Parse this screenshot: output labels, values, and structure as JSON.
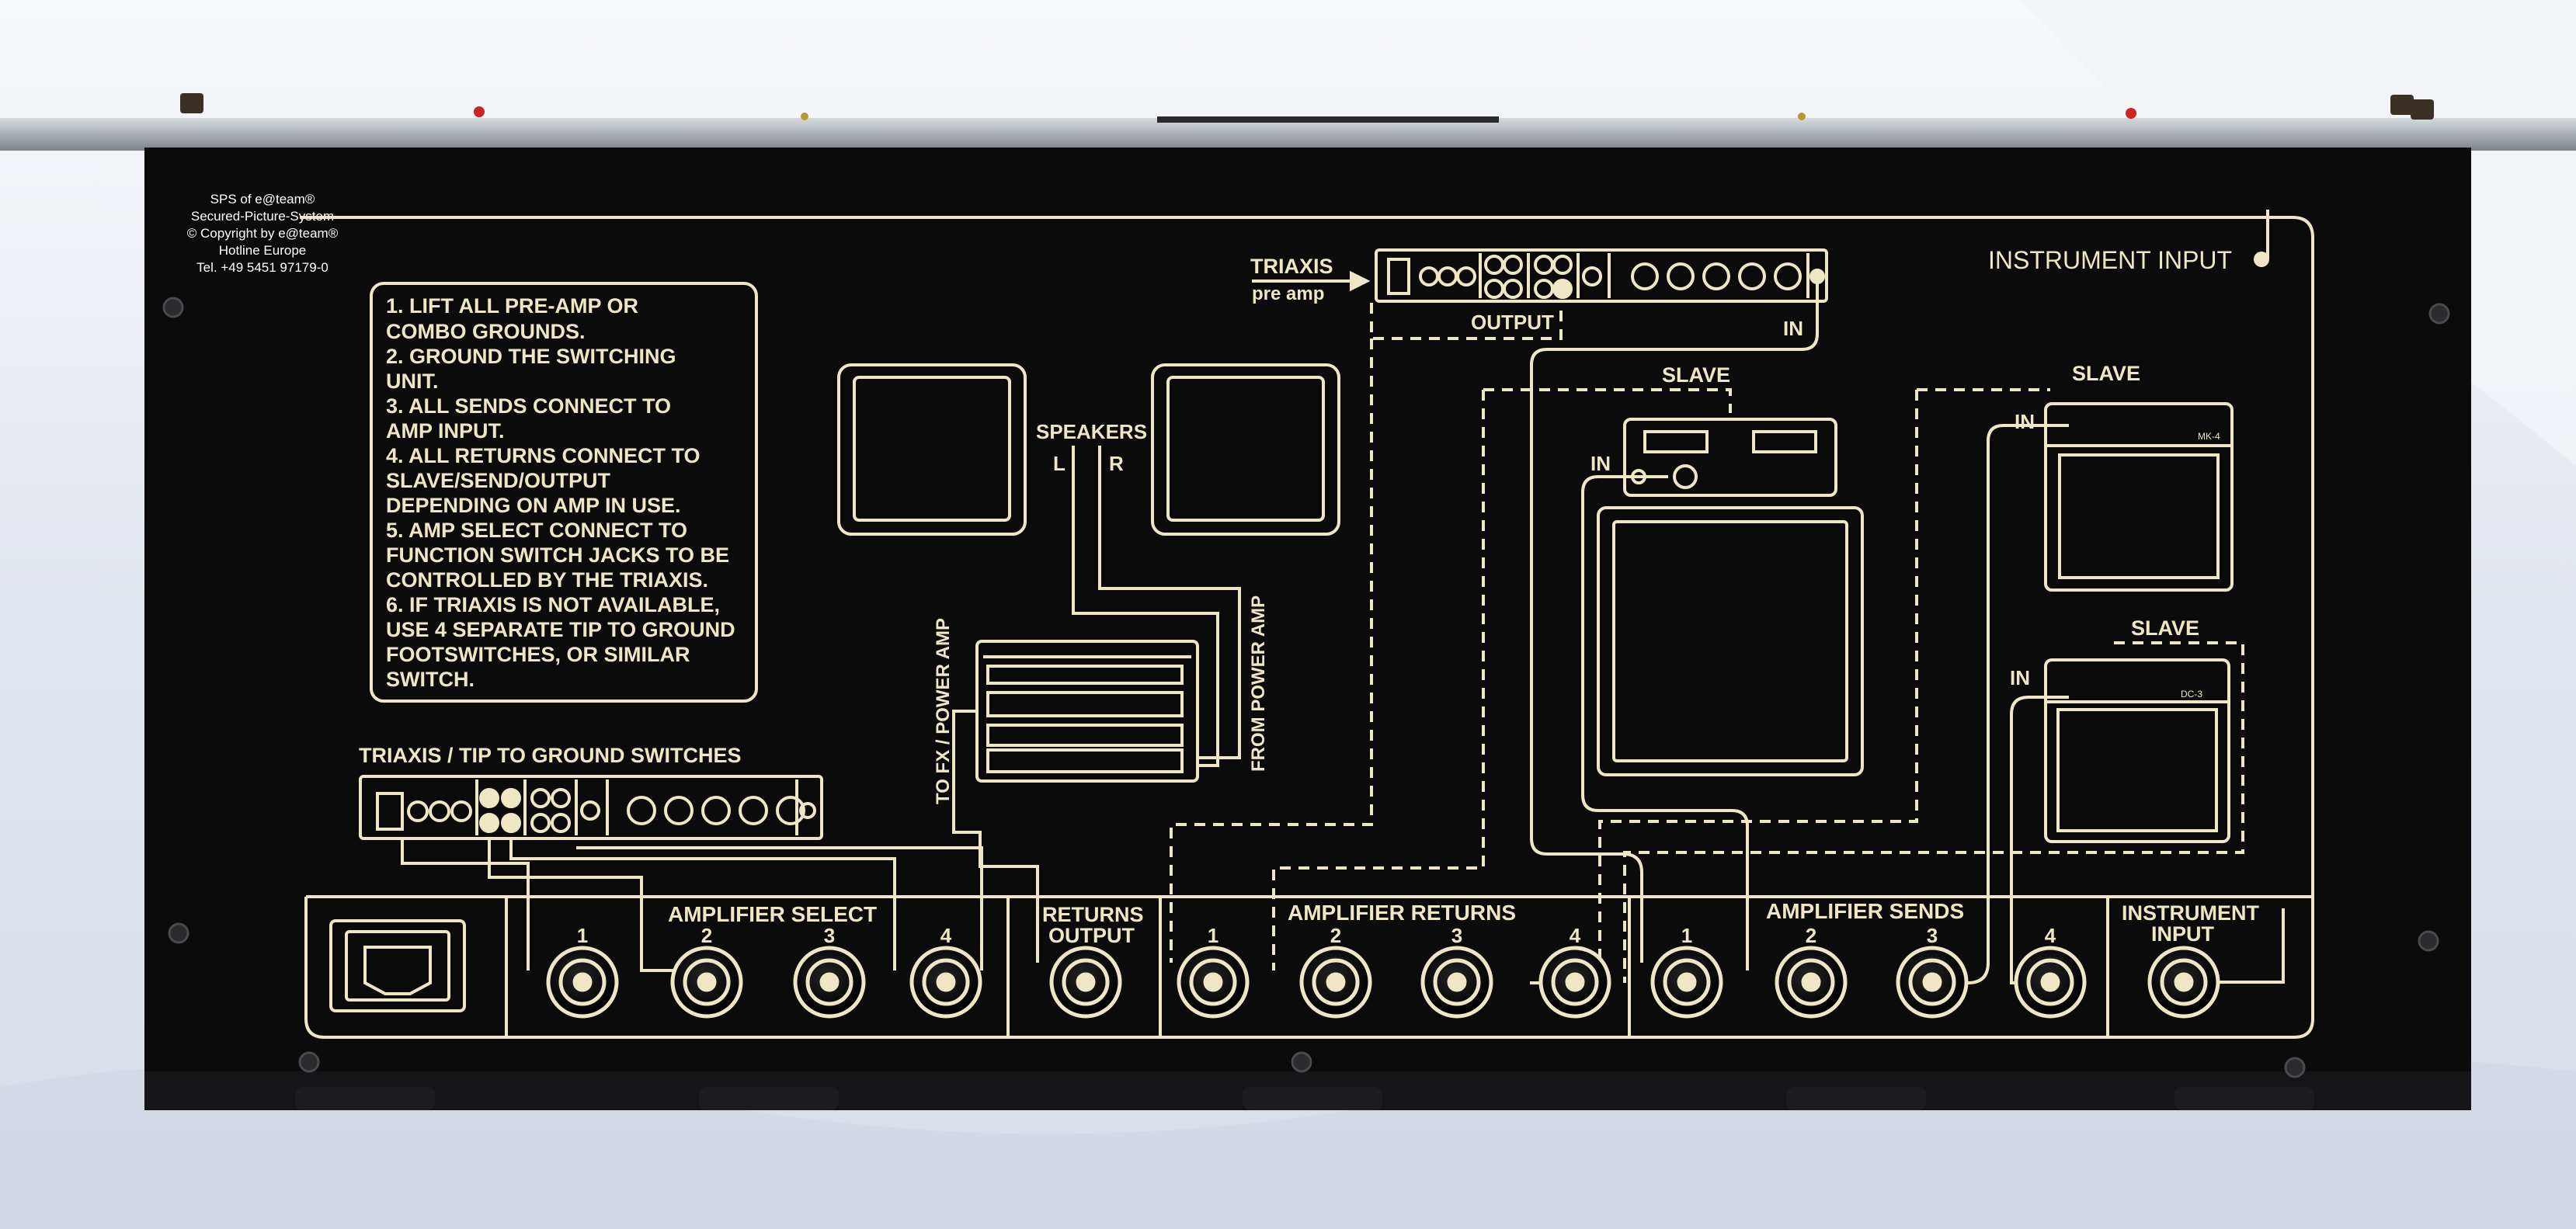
{
  "watermark": {
    "line1": "SPS of e@team®",
    "line2": "Secured-Picture-System",
    "line3": "© Copyright by e@team®",
    "line4": "Hotline Europe",
    "line5": "Tel. +49 5451 97179-0"
  },
  "instructions": [
    "1. LIFT ALL PRE-AMP OR",
    "COMBO GROUNDS.",
    "2. GROUND THE SWITCHING",
    "UNIT.",
    "3. ALL SENDS CONNECT TO",
    "AMP INPUT.",
    "4. ALL RETURNS CONNECT TO",
    "SLAVE/SEND/OUTPUT",
    "DEPENDING ON AMP IN USE.",
    "5. AMP SELECT CONNECT TO",
    "FUNCTION SWITCH JACKS TO BE",
    "CONTROLLED BY THE TRIAXIS.",
    "6. IF TRIAXIS IS NOT AVAILABLE,",
    "USE 4 SEPARATE TIP TO GROUND",
    "FOOTSWITCHES, OR SIMILAR",
    "SWITCH."
  ],
  "labels": {
    "triaxis": "TRIAXIS",
    "preamp": "pre amp",
    "output": "OUTPUT",
    "in": "IN",
    "instrument_input_top": "INSTRUMENT INPUT",
    "speakers": "SPEAKERS",
    "left": "L",
    "right": "R",
    "to_fx": "TO FX / POWER AMP",
    "from_power": "FROM POWER AMP",
    "slave": "SLAVE",
    "switches": "TRIAXIS / TIP TO GROUND SWITCHES",
    "amp_select": "AMPLIFIER SELECT",
    "returns_output_1": "RETURNS",
    "returns_output_2": "OUTPUT",
    "amp_returns": "AMPLIFIER RETURNS",
    "amp_sends": "AMPLIFIER SENDS",
    "instrument_1": "INSTRUMENT",
    "instrument_2": "INPUT",
    "n1": "1",
    "n2": "2",
    "n3": "3",
    "n4": "4",
    "mk4": "MK-4",
    "dc3": "DC-3"
  },
  "colors": {
    "panel": "#0b0b0c",
    "print": "#efe6c4",
    "backdrop": "#e9ecf2"
  }
}
